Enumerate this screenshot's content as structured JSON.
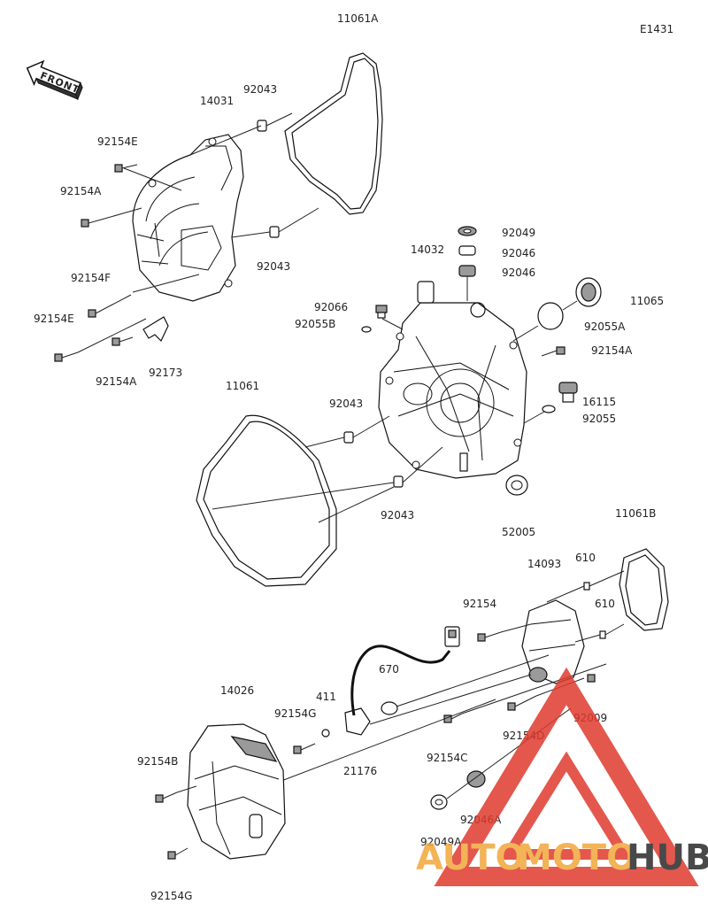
{
  "diagram_code": "E1431",
  "front_label": "FRONT",
  "labels": {
    "l11061A": "11061A",
    "l14031": "14031",
    "l92043a": "92043",
    "l92154E_top": "92154E",
    "l92154A_top": "92154A",
    "l92043b": "92043",
    "l92154F": "92154F",
    "l92154E_bot": "92154E",
    "l92154A_bot": "92154A",
    "l92173": "92173",
    "l92049": "92049",
    "l92046a": "92046",
    "l92046b": "92046",
    "l14032": "14032",
    "l11065": "11065",
    "l92066": "92066",
    "l92055B": "92055B",
    "l92055A": "92055A",
    "l92154A_r": "92154A",
    "l11061": "11061",
    "l92043c": "92043",
    "l16115": "16115",
    "l92055": "92055",
    "l92043d": "92043",
    "l52005": "52005",
    "l11061B": "11061B",
    "l610a": "610",
    "l14093": "14093",
    "l92154": "92154",
    "l610b": "610",
    "l670": "670",
    "l14026": "14026",
    "l411": "411",
    "l92154G_top": "92154G",
    "l21176": "21176",
    "l92154C": "92154C",
    "l92154D": "92154D",
    "l92009": "92009",
    "l92154B": "92154B",
    "l92046A": "92046A",
    "l92049A": "92049A",
    "l92154G_bot": "92154G"
  },
  "watermark": {
    "part1": "AUTO",
    "part2": "MOTO",
    "part3": "HUB",
    "accent_color": "#f2a63a",
    "triangle_color": "#e03a2e"
  }
}
